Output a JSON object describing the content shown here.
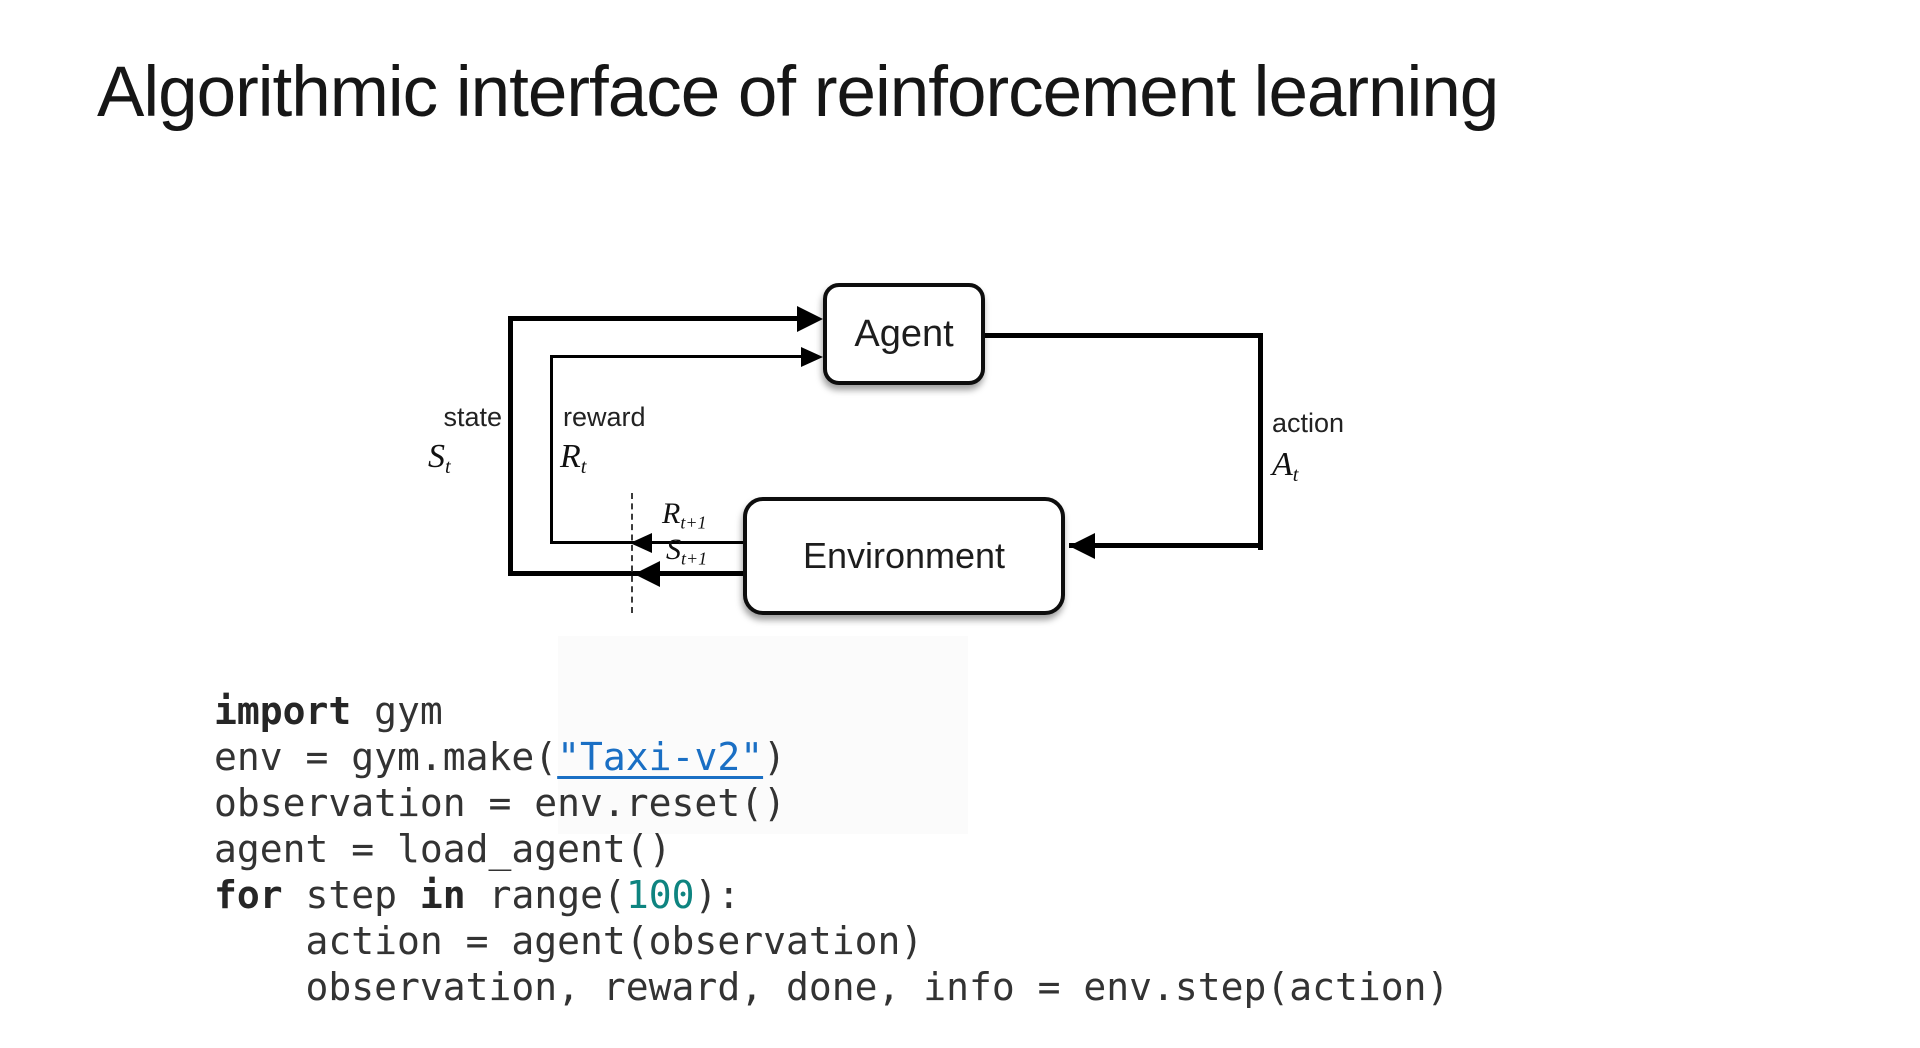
{
  "slide": {
    "title": "Algorithmic interface of reinforcement learning"
  },
  "diagram": {
    "agent_label": "Agent",
    "environment_label": "Environment",
    "state_label": "state",
    "state_symbol": "S",
    "state_subscript": "t",
    "reward_label": "reward",
    "reward_symbol": "R",
    "reward_subscript": "t",
    "action_label": "action",
    "action_symbol": "A",
    "action_subscript": "t",
    "next_reward_symbol": "R",
    "next_reward_subscript": "t+1",
    "next_state_symbol": "S",
    "next_state_subscript": "t+1"
  },
  "code": {
    "lines": [
      {
        "segments": [
          {
            "text": "import",
            "style": "keyword"
          },
          {
            "text": " gym",
            "style": "plain"
          }
        ]
      },
      {
        "segments": [
          {
            "text": "env = gym.make(",
            "style": "plain"
          },
          {
            "text": "\"Taxi-v2\"",
            "style": "link"
          },
          {
            "text": ")",
            "style": "plain"
          }
        ]
      },
      {
        "segments": [
          {
            "text": "observation = env.reset()",
            "style": "plain"
          }
        ]
      },
      {
        "segments": [
          {
            "text": "agent = load_agent()",
            "style": "plain"
          }
        ]
      },
      {
        "segments": [
          {
            "text": "for",
            "style": "keyword"
          },
          {
            "text": " step ",
            "style": "plain"
          },
          {
            "text": "in",
            "style": "keyword"
          },
          {
            "text": " range(",
            "style": "plain"
          },
          {
            "text": "100",
            "style": "number"
          },
          {
            "text": "):",
            "style": "plain"
          }
        ]
      },
      {
        "segments": [
          {
            "text": "    action = agent(observation)",
            "style": "plain"
          }
        ]
      },
      {
        "segments": [
          {
            "text": "    observation, reward, done, info = env.step(action)",
            "style": "plain"
          }
        ]
      }
    ]
  },
  "colors": {
    "title_text": "#161616",
    "diagram_line": "#000000",
    "code_text": "#333333",
    "keyword_text": "#262626",
    "number_literal": "#0E8480",
    "link_text": "#1A6FC4"
  }
}
